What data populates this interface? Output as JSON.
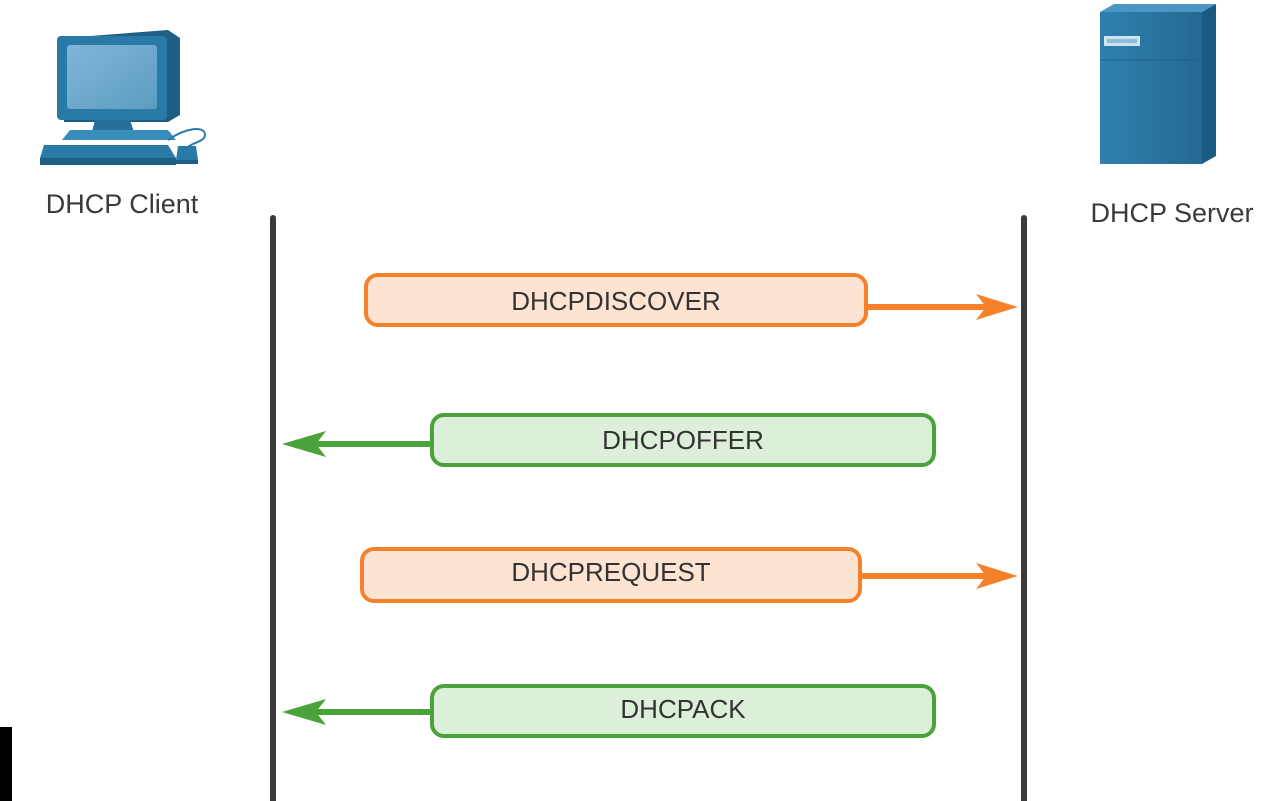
{
  "client": {
    "label": "DHCP Client",
    "icon": "desktop-computer-icon"
  },
  "server": {
    "label": "DHCP Server",
    "icon": "server-tower-icon"
  },
  "messages": [
    {
      "label": "DHCPDISCOVER",
      "direction": "client-to-server",
      "type": "request"
    },
    {
      "label": "DHCPOFFER",
      "direction": "server-to-client",
      "type": "reply"
    },
    {
      "label": "DHCPREQUEST",
      "direction": "client-to-server",
      "type": "request"
    },
    {
      "label": "DHCPACK",
      "direction": "server-to-client",
      "type": "reply"
    }
  ],
  "colors": {
    "request_stroke": "#f5822a",
    "request_fill": "#fde3d1",
    "reply_stroke": "#4aa23a",
    "reply_fill": "#dcefd8",
    "lifeline": "#3a3a3a",
    "device_blue": "#2a7aa8"
  }
}
